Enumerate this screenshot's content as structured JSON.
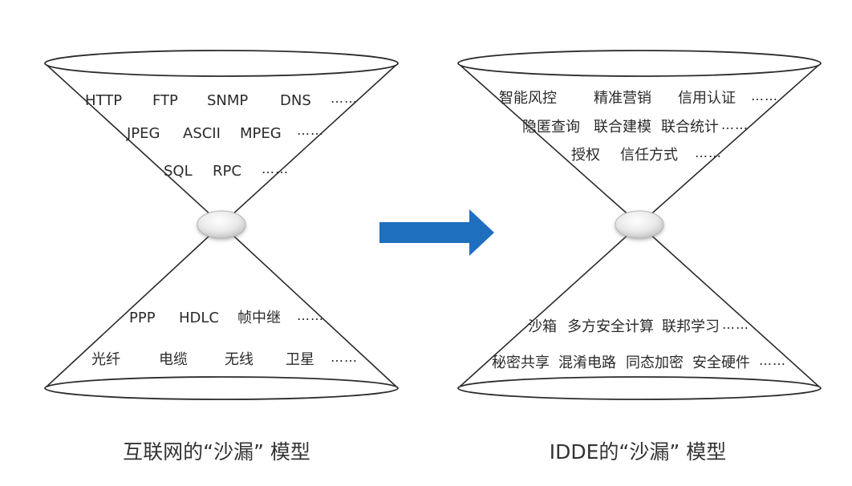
{
  "left_model": {
    "caption": "互联网的“沙漏” 模型",
    "top_rows": [
      [
        "HTTP",
        "FTP",
        "SNMP",
        "DNS",
        "……"
      ],
      [
        "JPEG",
        "ASCII",
        "MPEG",
        "……"
      ],
      [
        "SQL",
        "RPC",
        "……"
      ]
    ],
    "bottom_rows": [
      [
        "PPP",
        "HDLC",
        "帧中继",
        "……"
      ],
      [
        "光纤",
        "电缆",
        "无线",
        "卫星",
        "……"
      ]
    ]
  },
  "right_model": {
    "caption": "IDDE的“沙漏” 模型",
    "top_rows": [
      [
        "智能风控",
        "精准营销",
        "信用认证",
        "……"
      ],
      [
        "隐匿查询",
        "联合建模",
        "联合统计",
        "……"
      ],
      [
        "授权",
        "信任方式",
        "……"
      ]
    ],
    "bottom_rows": [
      [
        "沙箱",
        "多方安全计算",
        "联邦学习",
        "……"
      ],
      [
        "秘密共享",
        "混淆电路",
        "同态加密",
        "安全硬件",
        "……"
      ]
    ]
  },
  "colors": {
    "arrow": "#1f6fbf",
    "outline": "#2b2b2b",
    "waist": "#e6e6e6"
  }
}
